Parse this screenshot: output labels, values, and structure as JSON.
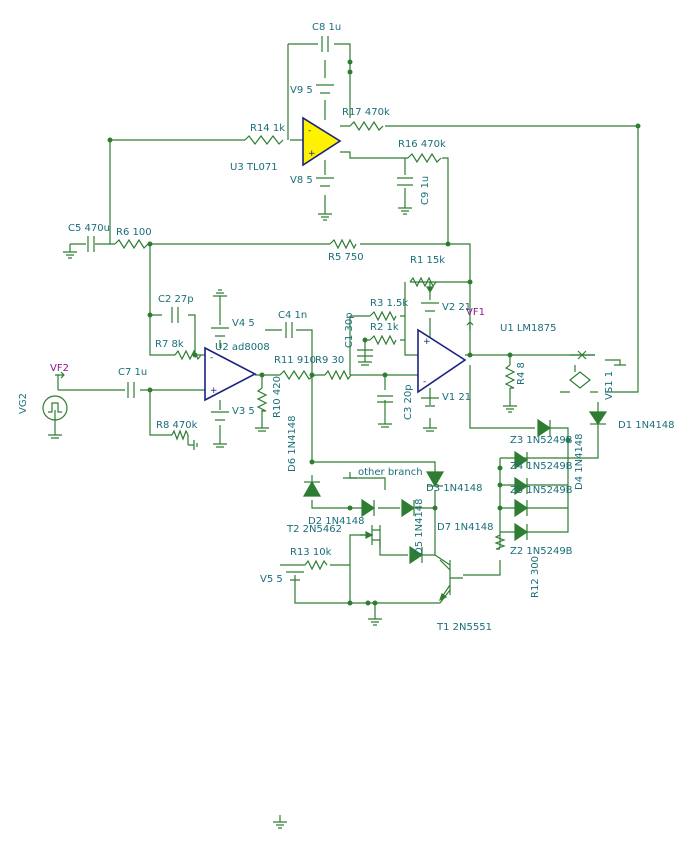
{
  "labels": {
    "C8": "C8 1u",
    "V9": "V9 5",
    "R17": "R17 470k",
    "R14": "R14 1k",
    "U3": "U3 TL071",
    "R16": "R16 470k",
    "C9": "C9 1u",
    "V8": "V8 5",
    "C5": "C5 470u",
    "R6": "R6 100",
    "R5": "R5 750",
    "R1": "R1 15k",
    "C2": "C2 27p",
    "V4": "V4 5",
    "C4": "C4 1n",
    "R3": "R3 1.5k",
    "V2": "V2 21",
    "VF1": "VF1",
    "U1": "U1 LM1875",
    "C1": "C1 30p",
    "R2": "R2 1k",
    "R7": "R7 8k",
    "U2": "U2 ad8008",
    "VF2": "VF2",
    "C7": "C7 1u",
    "R11": "R11 910",
    "R9": "R9 30",
    "R4": "R4 8",
    "VS1": "VS1 1",
    "VG2": "VG2",
    "R10": "R10 420",
    "C3": "C3 20p",
    "V1": "V1 21",
    "V3": "V3 5",
    "R8": "R8 470k",
    "D1": "D1 1N4148",
    "Z3": "Z3 1N5249B",
    "Z4": "Z4 1N5249B",
    "Z5": "Z5 1N5249B",
    "D4": "D4 1N4148",
    "D6": "D6 1N4148",
    "other": "other branch",
    "D3": "D3 1N4148",
    "D2": "D2 1N4148",
    "D5": "D5 1N4148",
    "D7": "D7 1N4148",
    "T2": "T2 2N5462",
    "Z2": "Z2 1N5249B",
    "R13": "R13 10k",
    "V5": "V5 5",
    "R12": "R12 300",
    "T1": "T1 2N5551"
  }
}
